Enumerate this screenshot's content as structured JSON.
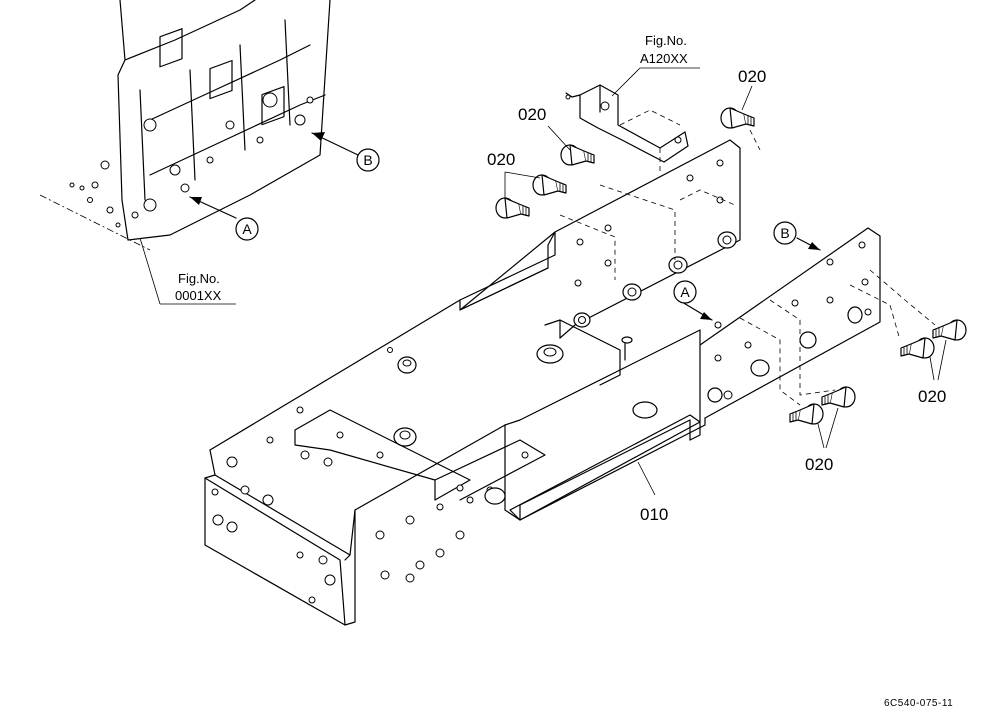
{
  "callouts": {
    "part_010": "010",
    "part_020_top_left": "020",
    "part_020_top_mid": "020",
    "part_020_top_right": "020",
    "part_020_right_upper": "020",
    "part_020_right_lower": "020"
  },
  "figure_refs": {
    "engine": {
      "line1": "Fig.No.",
      "line2": "0001XX"
    },
    "bracket": {
      "line1": "Fig.No.",
      "line2": "A120XX"
    }
  },
  "view_markers": {
    "a_engine": "A",
    "b_engine": "B",
    "a_frame": "A",
    "b_frame": "B"
  },
  "drawing_code": "6C540-075-11"
}
